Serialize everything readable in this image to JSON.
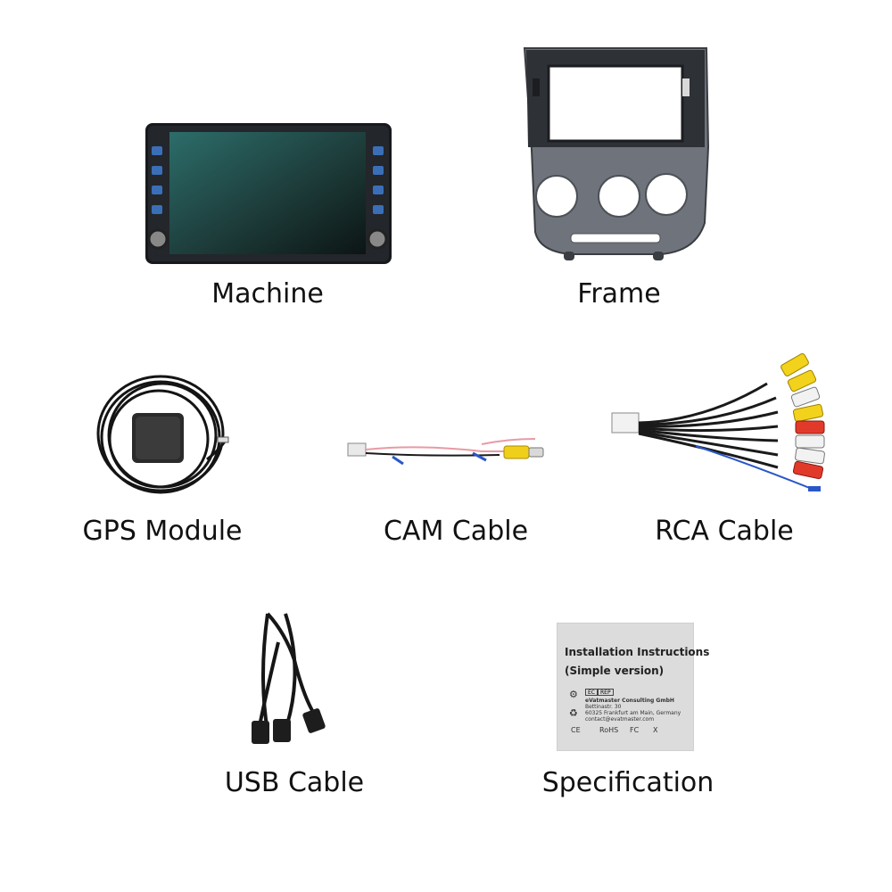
{
  "items": [
    {
      "id": "machine",
      "caption": "Machine"
    },
    {
      "id": "frame",
      "caption": "Frame"
    },
    {
      "id": "gps",
      "caption": "GPS Module"
    },
    {
      "id": "cam",
      "caption": "CAM Cable"
    },
    {
      "id": "rca",
      "caption": "RCA Cable"
    },
    {
      "id": "usb",
      "caption": "USB Cable"
    },
    {
      "id": "spec",
      "caption": "Specification"
    }
  ],
  "manual": {
    "title_line1": "Installation Instructions",
    "title_line2": "(Simple version)",
    "ec_label": "EC",
    "rep_label": "REP",
    "company": "eVatmaster Consulting GmbH",
    "street": "Bettinastr. 30",
    "city": "60325 Frankfurt am Main, Germany",
    "email": "contact@evatmaster.com",
    "marks": [
      "CE",
      "RoHS",
      "FC",
      "X"
    ]
  },
  "colors": {
    "rca_yellow": "#f2d21b",
    "rca_red": "#e23a2a",
    "rca_white": "#f4f4f4",
    "cam_yellow": "#f0cf1a",
    "screen_teal": "#2f6b68",
    "frame_grey": "#6e7178",
    "wire_blue": "#2a57c8",
    "wire_pink": "#e89aa4"
  }
}
